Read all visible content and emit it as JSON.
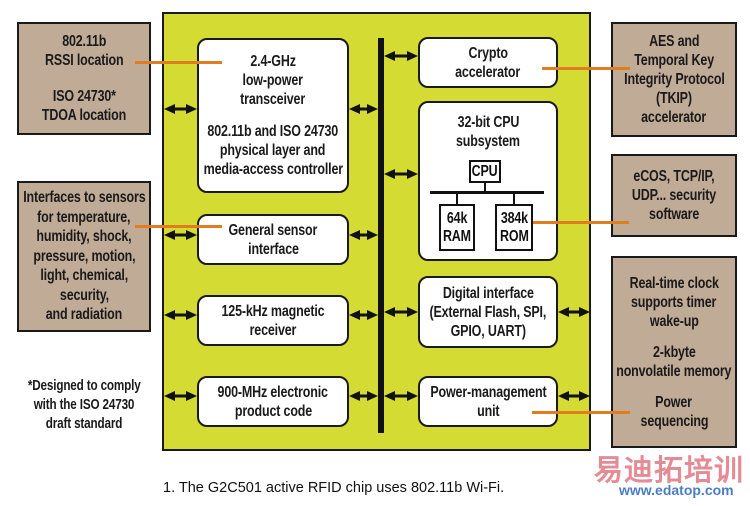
{
  "diagram": {
    "title": "G2C501 active RFID chip block diagram",
    "colors": {
      "chip_fill": "#d4dc33",
      "external_fill": "#c0ab97",
      "block_fill": "#ffffff",
      "leader_line": "#e07d1e",
      "bus": "#111111"
    },
    "external_left": [
      {
        "id": "location",
        "lines": [
          "802.11b",
          "RSSI location",
          "",
          "ISO 24730*",
          "TDOA location"
        ]
      },
      {
        "id": "sensors",
        "lines": [
          "Interfaces to sensors",
          "for temperature,",
          "humidity, shock,",
          "pressure, motion,",
          "light, chemical,",
          "security,",
          "and radiation"
        ]
      }
    ],
    "external_right": [
      {
        "id": "aes",
        "lines": [
          "AES and",
          "Temporal Key",
          "Integrity Protocol",
          "(TKIP)",
          "accelerator"
        ]
      },
      {
        "id": "software",
        "lines": [
          "eCOS, TCP/IP,",
          "UDP... security",
          "software"
        ]
      },
      {
        "id": "power",
        "lines": [
          "Real-time clock",
          "supports timer",
          "wake-up",
          "",
          "2-kbyte",
          "nonvolatile memory",
          "",
          "Power",
          "sequencing"
        ]
      }
    ],
    "chip_left_blocks": [
      {
        "id": "transceiver",
        "lines": [
          "2.4-GHz",
          "low-power",
          "transceiver",
          "",
          "802.11b and ISO 24730",
          "physical layer and",
          "media-access controller"
        ]
      },
      {
        "id": "sensor_if",
        "lines": [
          "General sensor",
          "interface"
        ]
      },
      {
        "id": "magnetic",
        "lines": [
          "125-kHz magnetic",
          "receiver"
        ]
      },
      {
        "id": "epc",
        "lines": [
          "900-MHz electronic",
          "product code"
        ]
      }
    ],
    "chip_right_blocks": [
      {
        "id": "crypto",
        "lines": [
          "Crypto",
          "accelerator"
        ]
      },
      {
        "id": "cpu_subsystem",
        "lines": [
          "32-bit CPU",
          "subsystem"
        ],
        "cpu": "CPU",
        "ram": [
          "64k",
          "RAM"
        ],
        "rom": [
          "384k",
          "ROM"
        ]
      },
      {
        "id": "digital_if",
        "lines": [
          "Digital interface",
          "(External Flash, SPI,",
          "GPIO, UART)"
        ]
      },
      {
        "id": "pmu",
        "lines": [
          "Power-management",
          "unit"
        ]
      }
    ],
    "footnote": [
      "*Designed to comply",
      "with the ISO 24730",
      "draft standard"
    ],
    "caption": "1. The G2C501 active RFID chip uses 802.11b Wi-Fi.",
    "watermark": {
      "chinese": "易迪拓培训",
      "url": "www.edatop.com"
    }
  }
}
